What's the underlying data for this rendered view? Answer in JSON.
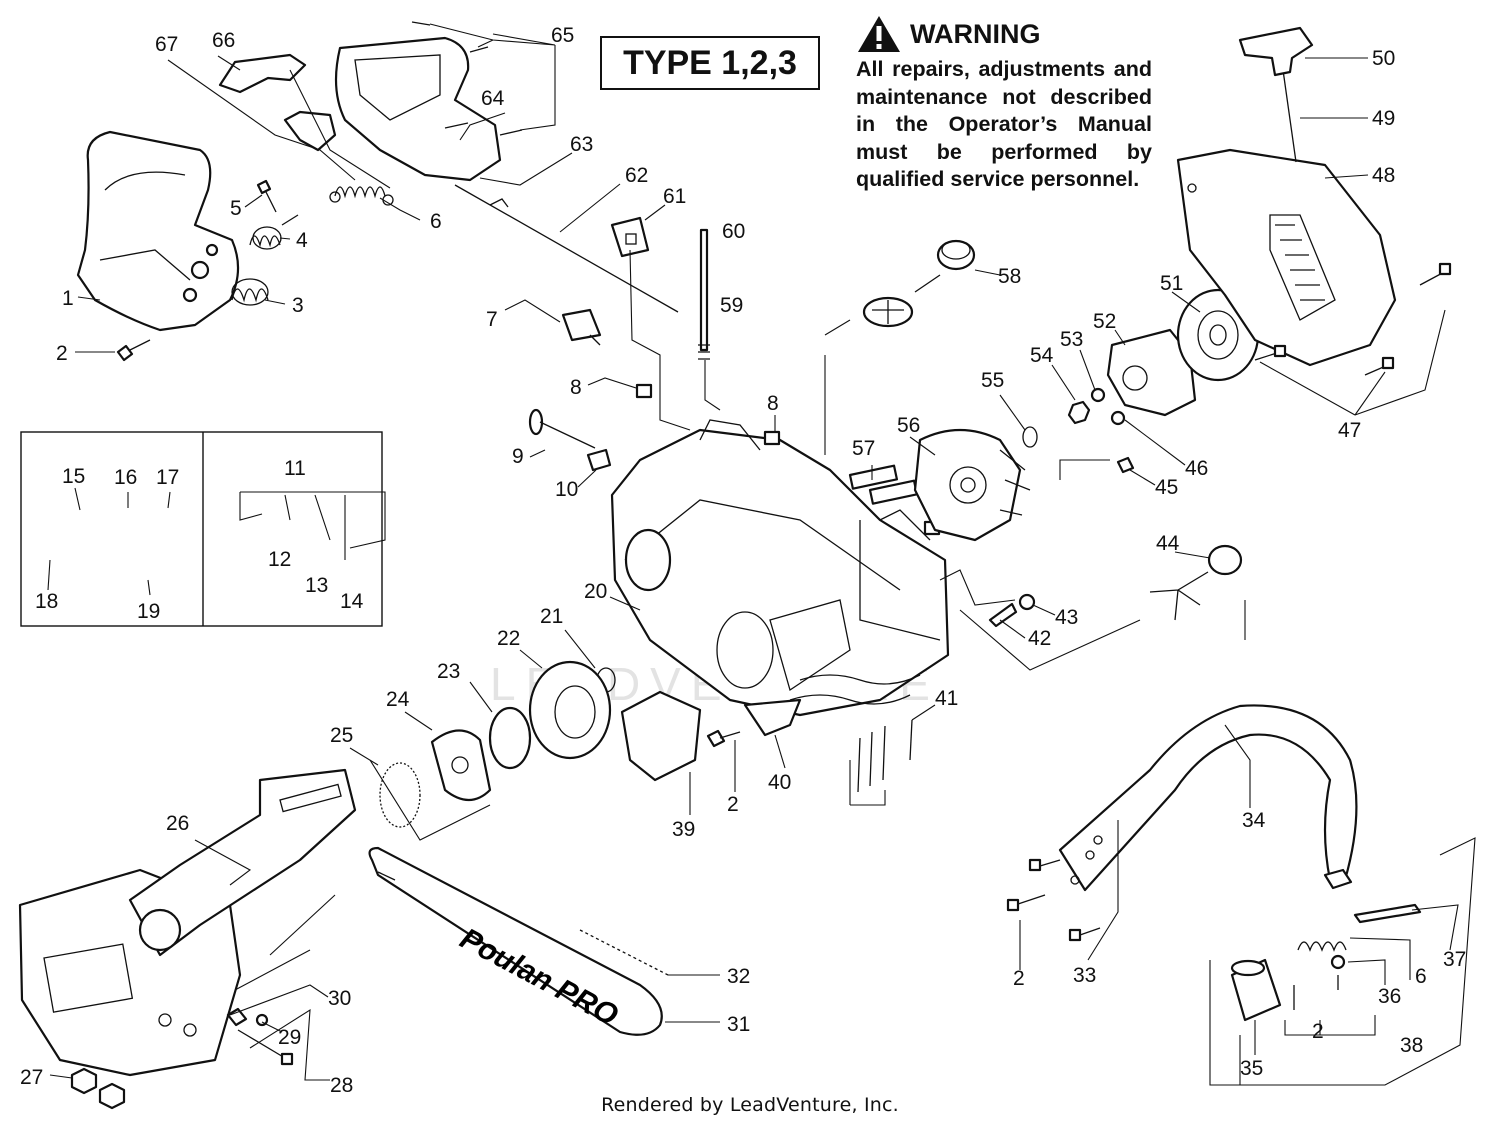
{
  "type_label": "TYPE 1,2,3",
  "warning": {
    "heading": "WARNING",
    "text": "All repairs, adjustments and maintenance not described in the Operator’s Manual must be performed by qualified service personnel.",
    "icon": "warning-triangle-icon"
  },
  "footer": "Rendered by LeadVenture, Inc.",
  "watermark": "LEADVENTURE",
  "bar_logo": "Poulan PRO",
  "callouts": [
    {
      "n": "1"
    },
    {
      "n": "2"
    },
    {
      "n": "3"
    },
    {
      "n": "4"
    },
    {
      "n": "5"
    },
    {
      "n": "6"
    },
    {
      "n": "7"
    },
    {
      "n": "8"
    },
    {
      "n": "8"
    },
    {
      "n": "9"
    },
    {
      "n": "10"
    },
    {
      "n": "11"
    },
    {
      "n": "12"
    },
    {
      "n": "13"
    },
    {
      "n": "14"
    },
    {
      "n": "15"
    },
    {
      "n": "16"
    },
    {
      "n": "17"
    },
    {
      "n": "18"
    },
    {
      "n": "19"
    },
    {
      "n": "20"
    },
    {
      "n": "21"
    },
    {
      "n": "22"
    },
    {
      "n": "23"
    },
    {
      "n": "24"
    },
    {
      "n": "25"
    },
    {
      "n": "26"
    },
    {
      "n": "27"
    },
    {
      "n": "28"
    },
    {
      "n": "29"
    },
    {
      "n": "30"
    },
    {
      "n": "31"
    },
    {
      "n": "32"
    },
    {
      "n": "2"
    },
    {
      "n": "33"
    },
    {
      "n": "34"
    },
    {
      "n": "35"
    },
    {
      "n": "36"
    },
    {
      "n": "37"
    },
    {
      "n": "38"
    },
    {
      "n": "6"
    },
    {
      "n": "2"
    },
    {
      "n": "39"
    },
    {
      "n": "40"
    },
    {
      "n": "41"
    },
    {
      "n": "42"
    },
    {
      "n": "43"
    },
    {
      "n": "44"
    },
    {
      "n": "45"
    },
    {
      "n": "46"
    },
    {
      "n": "47"
    },
    {
      "n": "48"
    },
    {
      "n": "49"
    },
    {
      "n": "50"
    },
    {
      "n": "51"
    },
    {
      "n": "52"
    },
    {
      "n": "53"
    },
    {
      "n": "54"
    },
    {
      "n": "55"
    },
    {
      "n": "56"
    },
    {
      "n": "57"
    },
    {
      "n": "58"
    },
    {
      "n": "59"
    },
    {
      "n": "60"
    },
    {
      "n": "61"
    },
    {
      "n": "62"
    },
    {
      "n": "63"
    },
    {
      "n": "64"
    },
    {
      "n": "65"
    },
    {
      "n": "66"
    },
    {
      "n": "67"
    }
  ]
}
